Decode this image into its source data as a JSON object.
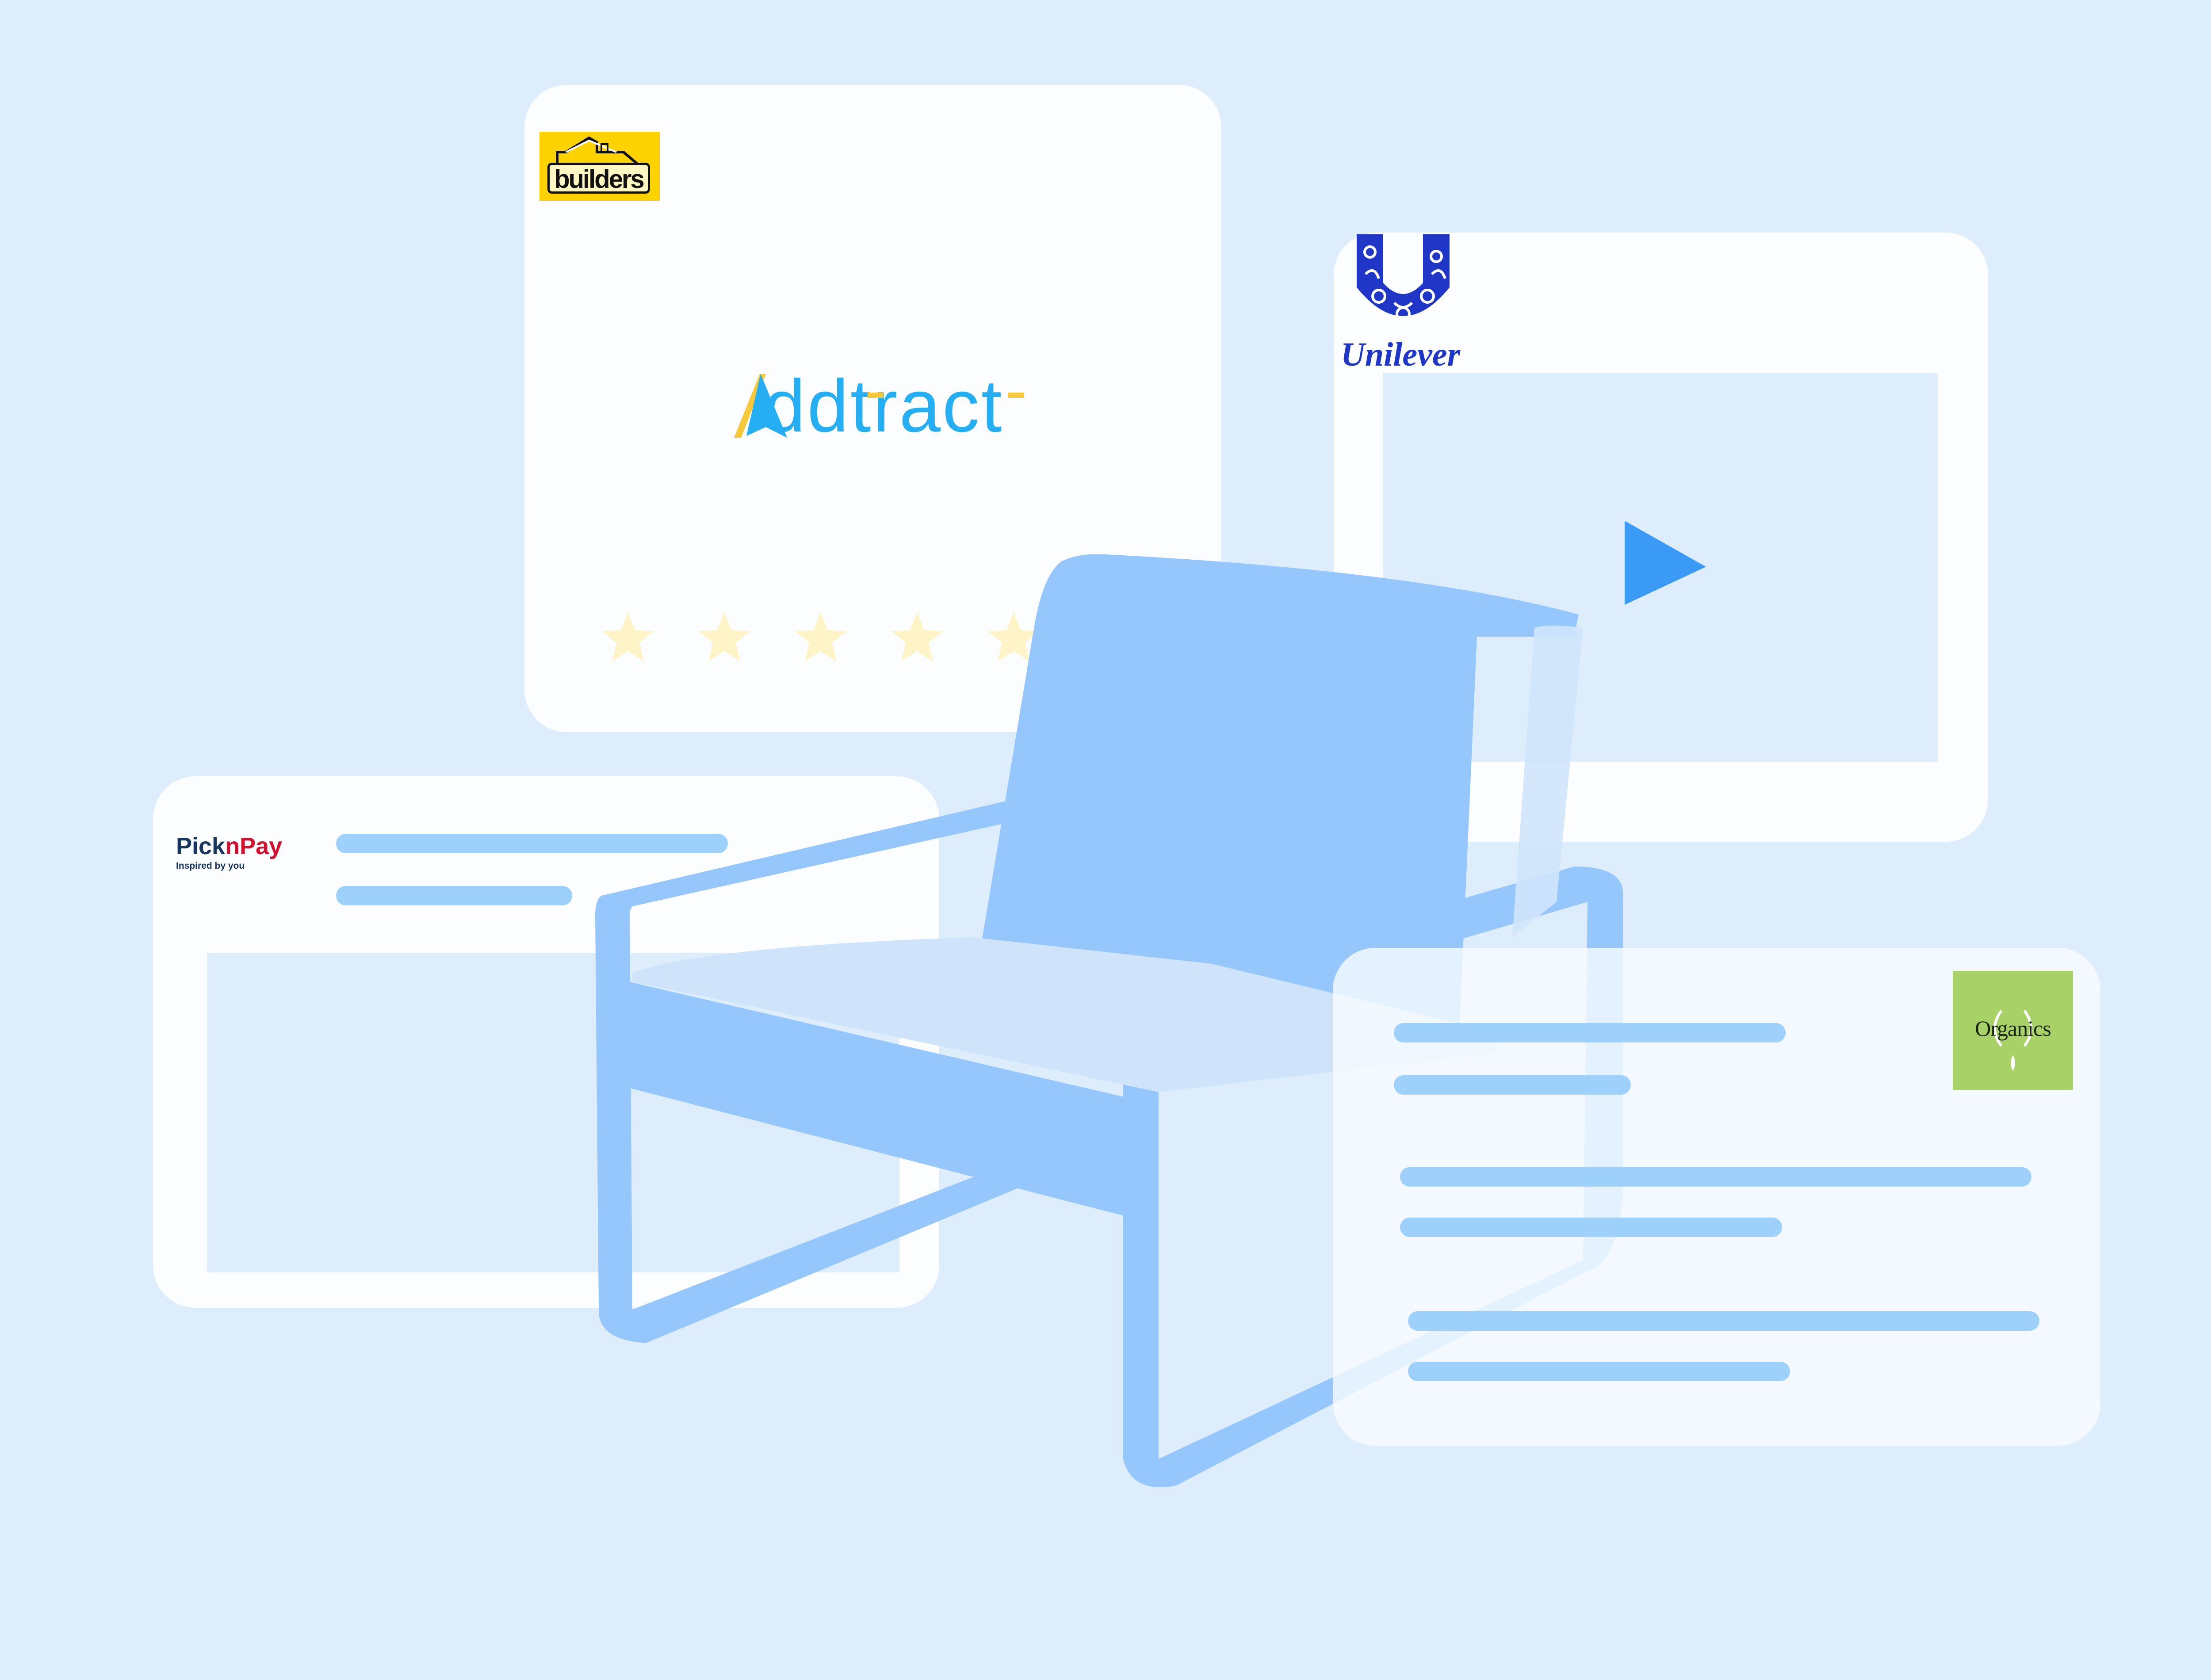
{
  "brands": {
    "builders": "builders",
    "addtract": {
      "first": "A",
      "rest": "ddtract"
    },
    "unilever": "Unilever",
    "picknpay": {
      "part1": "Pick",
      "part2": "n",
      "part3": "Pay",
      "tagline": "Inspired by you"
    },
    "organics": "Organics"
  },
  "rating": {
    "stars_total": 5
  },
  "icons": [
    "star-icon",
    "play-icon",
    "unilever-u-emblem-icon",
    "house-roof-icon",
    "organics-leaf-icon",
    "armchair-illustration"
  ],
  "colors": {
    "background": "#deedfc",
    "card": "#fbfdff",
    "placeholder_line": "#9dd0fa",
    "chair": "#95c7fc",
    "play": "#3c9af7",
    "star": "#fff3c8",
    "builders_yellow": "#fcd200",
    "addtract_blue": "#25aef2",
    "addtract_yellow": "#f6c83c",
    "unilever_blue": "#1f36c7",
    "picknpay_navy": "#17365d",
    "picknpay_red": "#d0102f",
    "organics_green": "#a8d167"
  }
}
